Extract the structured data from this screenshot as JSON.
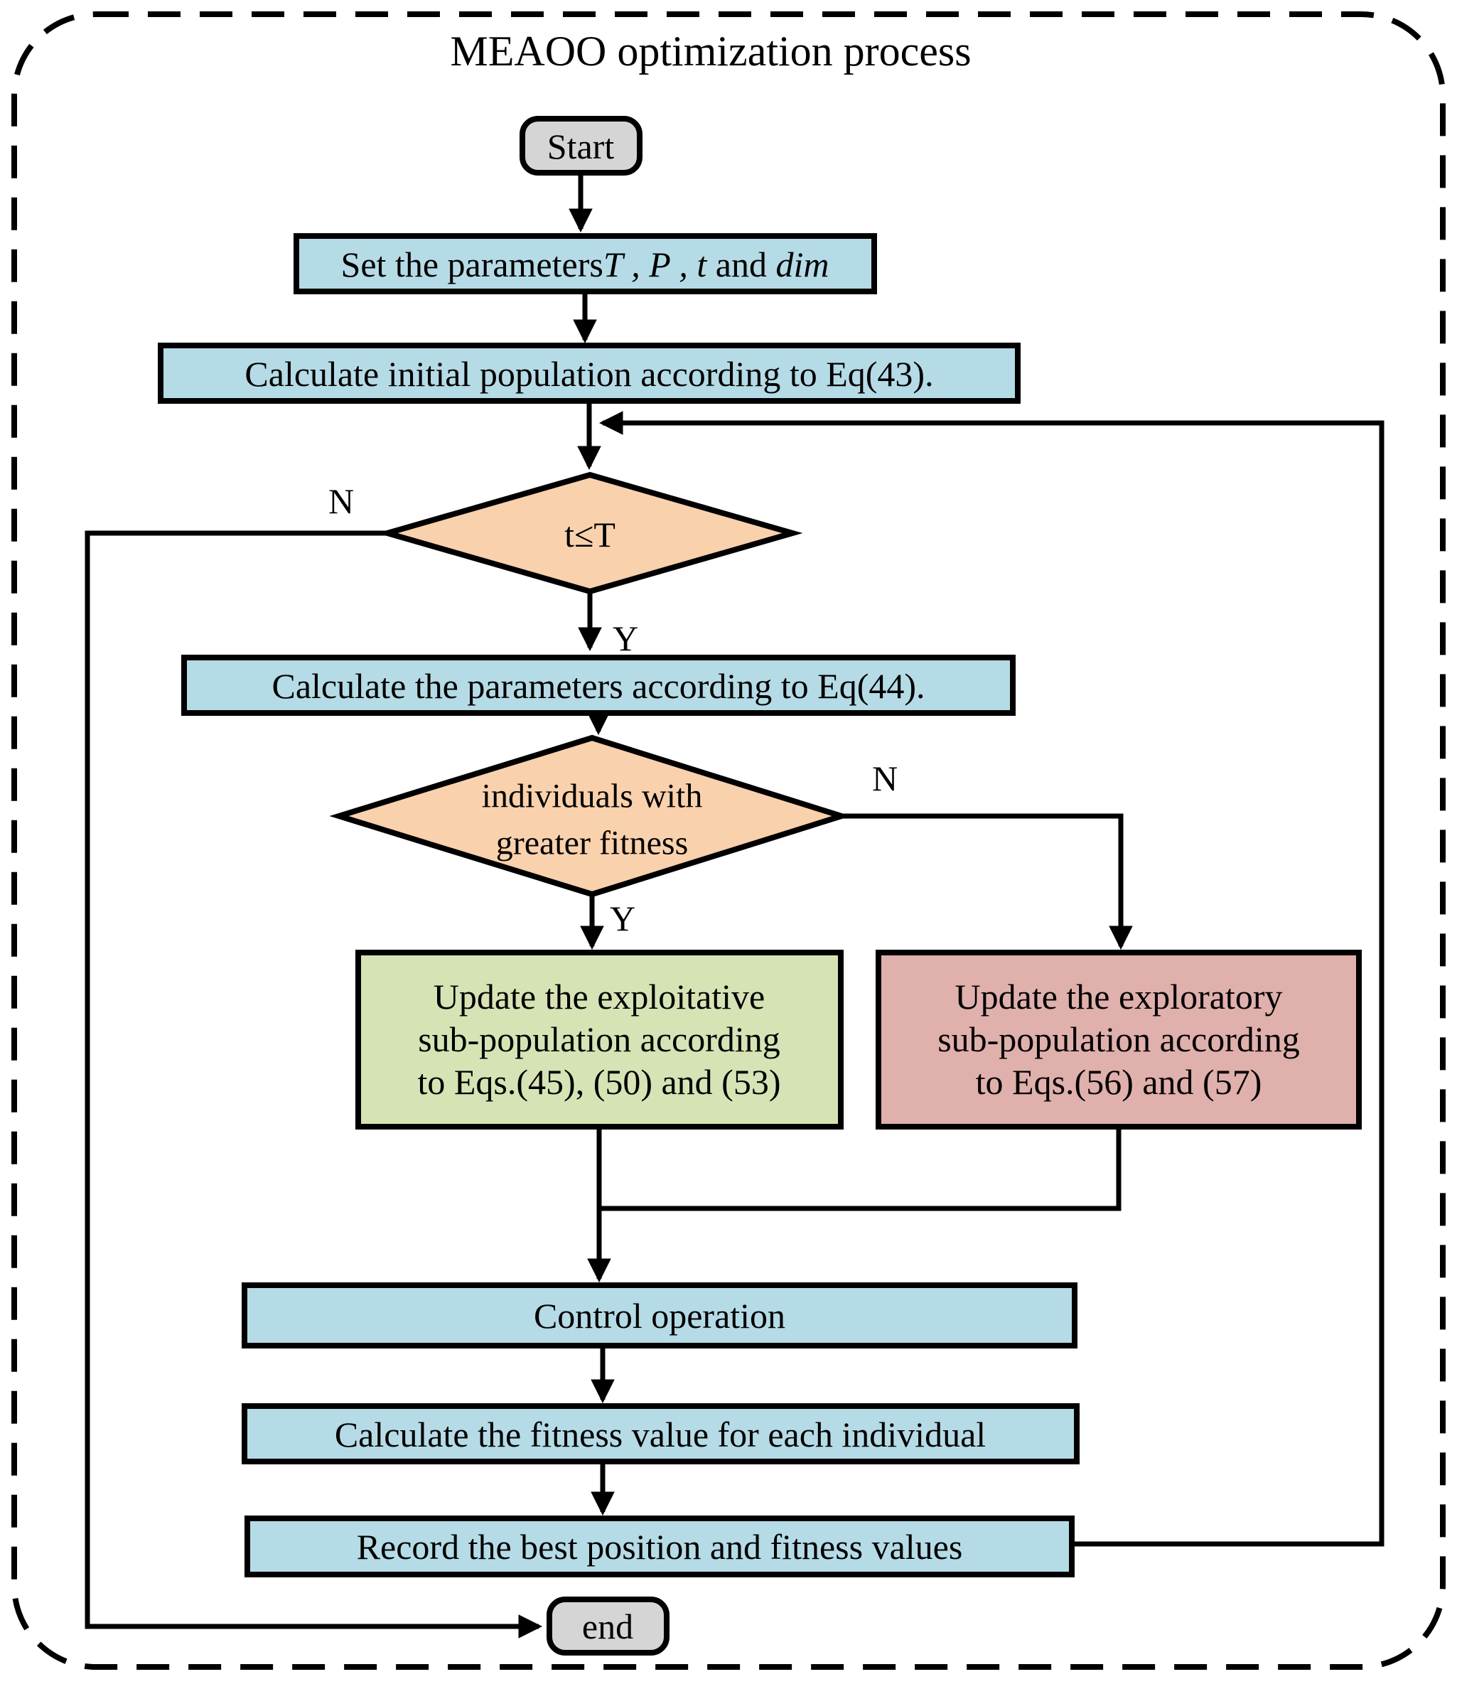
{
  "title": "MEAOO optimization process",
  "colors": {
    "process_fill": "#b5dbe6",
    "decision_fill": "#f9d1ad",
    "exploit_fill": "#d6e3b5",
    "explore_fill": "#e0b0ac",
    "terminator_fill": "#d5d5d5",
    "line": "#000000"
  },
  "nodes": {
    "start": {
      "label": "Start"
    },
    "set_params": {
      "prefix": "Set the parameters",
      "vars": "T , P , t",
      "mid": " and ",
      "suffix": "dim"
    },
    "init_population": {
      "label": "Calculate initial population according to Eq(43)."
    },
    "loop_check": {
      "label": "t≤T"
    },
    "calc_params": {
      "label": "Calculate the parameters according to Eq(44)."
    },
    "fitness_check": {
      "line1": "individuals with",
      "line2": "greater fitness"
    },
    "update_exploitative": {
      "line1": "Update the exploitative",
      "line2": "sub-population according",
      "line3": "to Eqs.(45), (50) and (53)"
    },
    "update_exploratory": {
      "line1": "Update the exploratory",
      "line2": "sub-population according",
      "line3": "to Eqs.(56) and (57)"
    },
    "control": {
      "label": "Control operation"
    },
    "fitness_value": {
      "label": "Calculate the fitness value for each individual"
    },
    "record_best": {
      "label": "Record the best position and fitness values"
    },
    "end": {
      "label": "end"
    }
  },
  "branch_labels": {
    "loop_no": "N",
    "loop_yes": "Y",
    "fitness_no": "N",
    "fitness_yes": "Y"
  }
}
